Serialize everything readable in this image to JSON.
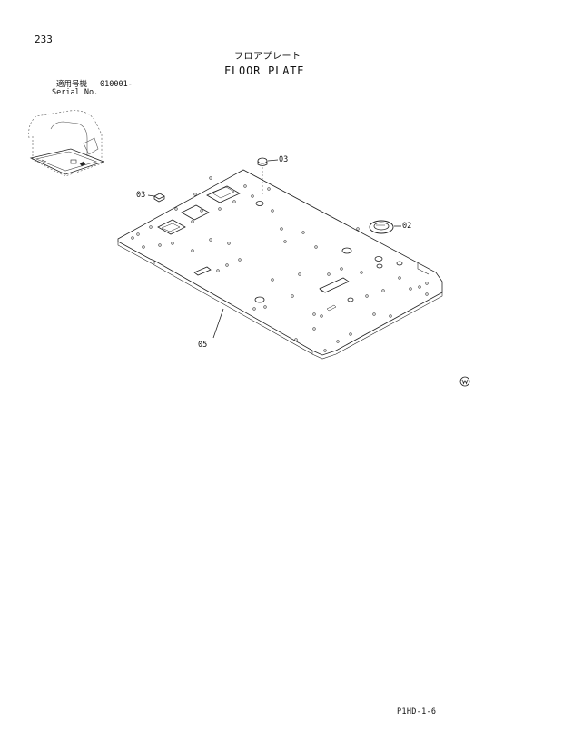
{
  "header": {
    "page_number": "233",
    "title_jp": "フロアプレート",
    "title_en": "FLOOR PLATE"
  },
  "serial": {
    "label_jp": "適用号機",
    "label_en": "Serial No.",
    "value": "010001-"
  },
  "callouts": {
    "c03_top": "03",
    "c03_left": "03",
    "c02": "02",
    "c05": "05"
  },
  "footer": {
    "code": "P1HD-1-6"
  },
  "icons": {
    "watermark": "w-circle-logo-icon"
  }
}
